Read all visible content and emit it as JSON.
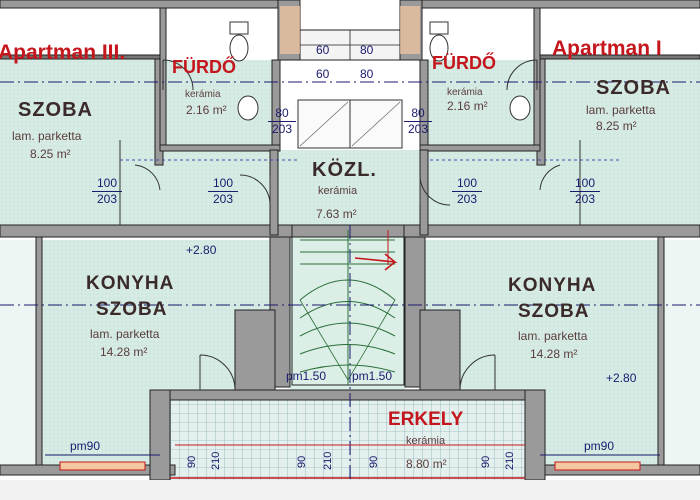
{
  "apartments": {
    "left_title": "Apartman III.",
    "right_title": "Apartman I"
  },
  "rooms": {
    "bath_left": {
      "name": "FÜRDŐ",
      "floor": "kerámia",
      "area": "2.16 m²"
    },
    "bath_right": {
      "name": "FÜRDŐ",
      "floor": "kerámia",
      "area": "2.16 m²"
    },
    "bedroom_left": {
      "name": "SZOBA",
      "floor": "lam. parketta",
      "area": "8.25 m²"
    },
    "bedroom_right": {
      "name": "SZOBA",
      "floor": "lam. parketta",
      "area": "8.25 m²"
    },
    "hall": {
      "name": "KÖZL.",
      "floor": "kerámia",
      "area": "7.63 m²"
    },
    "kitchen_left": {
      "name1": "KONYHA",
      "name2": "SZOBA",
      "floor": "lam. parketta",
      "area": "14.28 m²"
    },
    "kitchen_right": {
      "name1": "KONYHA",
      "name2": "SZOBA",
      "floor": "lam. parketta",
      "area": "14.28 m²"
    },
    "balcony": {
      "name": "ERKELY",
      "floor": "kerámia",
      "area": "8.80 m²"
    }
  },
  "dimensions": {
    "top_a": "60",
    "top_b": "80",
    "top_c": "60",
    "top_d": "80",
    "bath_door_l_w": "80",
    "bath_door_l_h": "203",
    "bath_door_r_w": "80",
    "bath_door_r_h": "203",
    "door1_w": "100",
    "door1_h": "203",
    "door2_w": "100",
    "door2_h": "203",
    "door3_w": "100",
    "door3_h": "203",
    "door4_w": "100",
    "door4_h": "203",
    "pm_left": "pm1.50",
    "pm_right": "pm1.50",
    "pm90_left": "pm90",
    "pm90_right": "pm90",
    "v90": "90",
    "v210": "210",
    "level_left": "+2.80",
    "level_right": "+2.80"
  }
}
